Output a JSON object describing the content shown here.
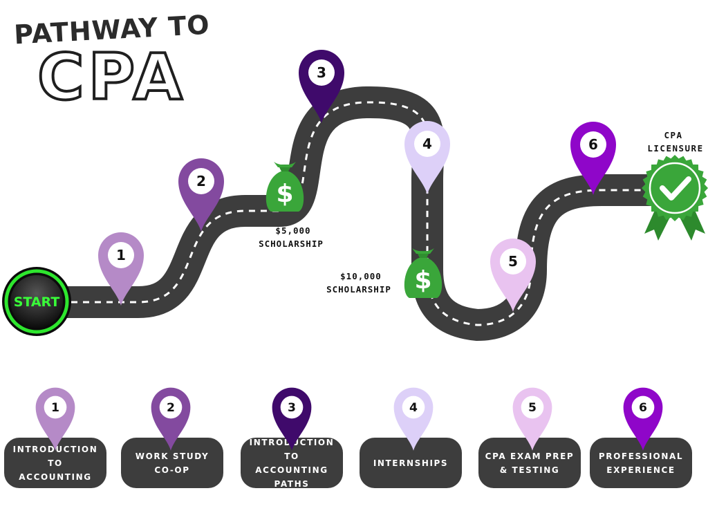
{
  "title": {
    "line1": "PATHWAY TO",
    "line2": "CPA"
  },
  "start_label": "START",
  "colors": {
    "road": "#3d3d3d",
    "pin_1": "#b58ac7",
    "pin_2": "#834a9f",
    "pin_3": "#3f0a6b",
    "pin_4": "#ddd0f8",
    "pin_5": "#e9c3f0",
    "pin_6": "#8f06c9",
    "money_green": "#3aa63a",
    "seal_green": "#3aa63a",
    "start_glow": "#2ee62e"
  },
  "road_markers": [
    {
      "number": "1",
      "color": "#b58ac7"
    },
    {
      "number": "2",
      "color": "#834a9f"
    },
    {
      "number": "3",
      "color": "#3f0a6b"
    },
    {
      "number": "4",
      "color": "#ddd0f8"
    },
    {
      "number": "5",
      "color": "#e9c3f0"
    },
    {
      "number": "6",
      "color": "#8f06c9"
    }
  ],
  "scholarships": [
    {
      "amount": "$5,000",
      "label": "SCHOLARSHIP",
      "icon": "money-bag-icon"
    },
    {
      "amount": "$10,000",
      "label": "SCHOLARSHIP",
      "icon": "money-bag-icon"
    }
  ],
  "finish": {
    "line1": "CPA",
    "line2": "LICENSURE",
    "icon": "checkmark-seal-icon"
  },
  "steps": [
    {
      "number": "1",
      "label": "INTRODUCTION TO ACCOUNTING"
    },
    {
      "number": "2",
      "label": "WORK STUDY CO-OP"
    },
    {
      "number": "3",
      "label": "INTRODUCTION TO ACCOUNTING PATHS"
    },
    {
      "number": "4",
      "label": "INTERNSHIPS"
    },
    {
      "number": "5",
      "label": "CPA EXAM PREP & TESTING"
    },
    {
      "number": "6",
      "label": "PROFESSIONAL EXPERIENCE"
    }
  ]
}
